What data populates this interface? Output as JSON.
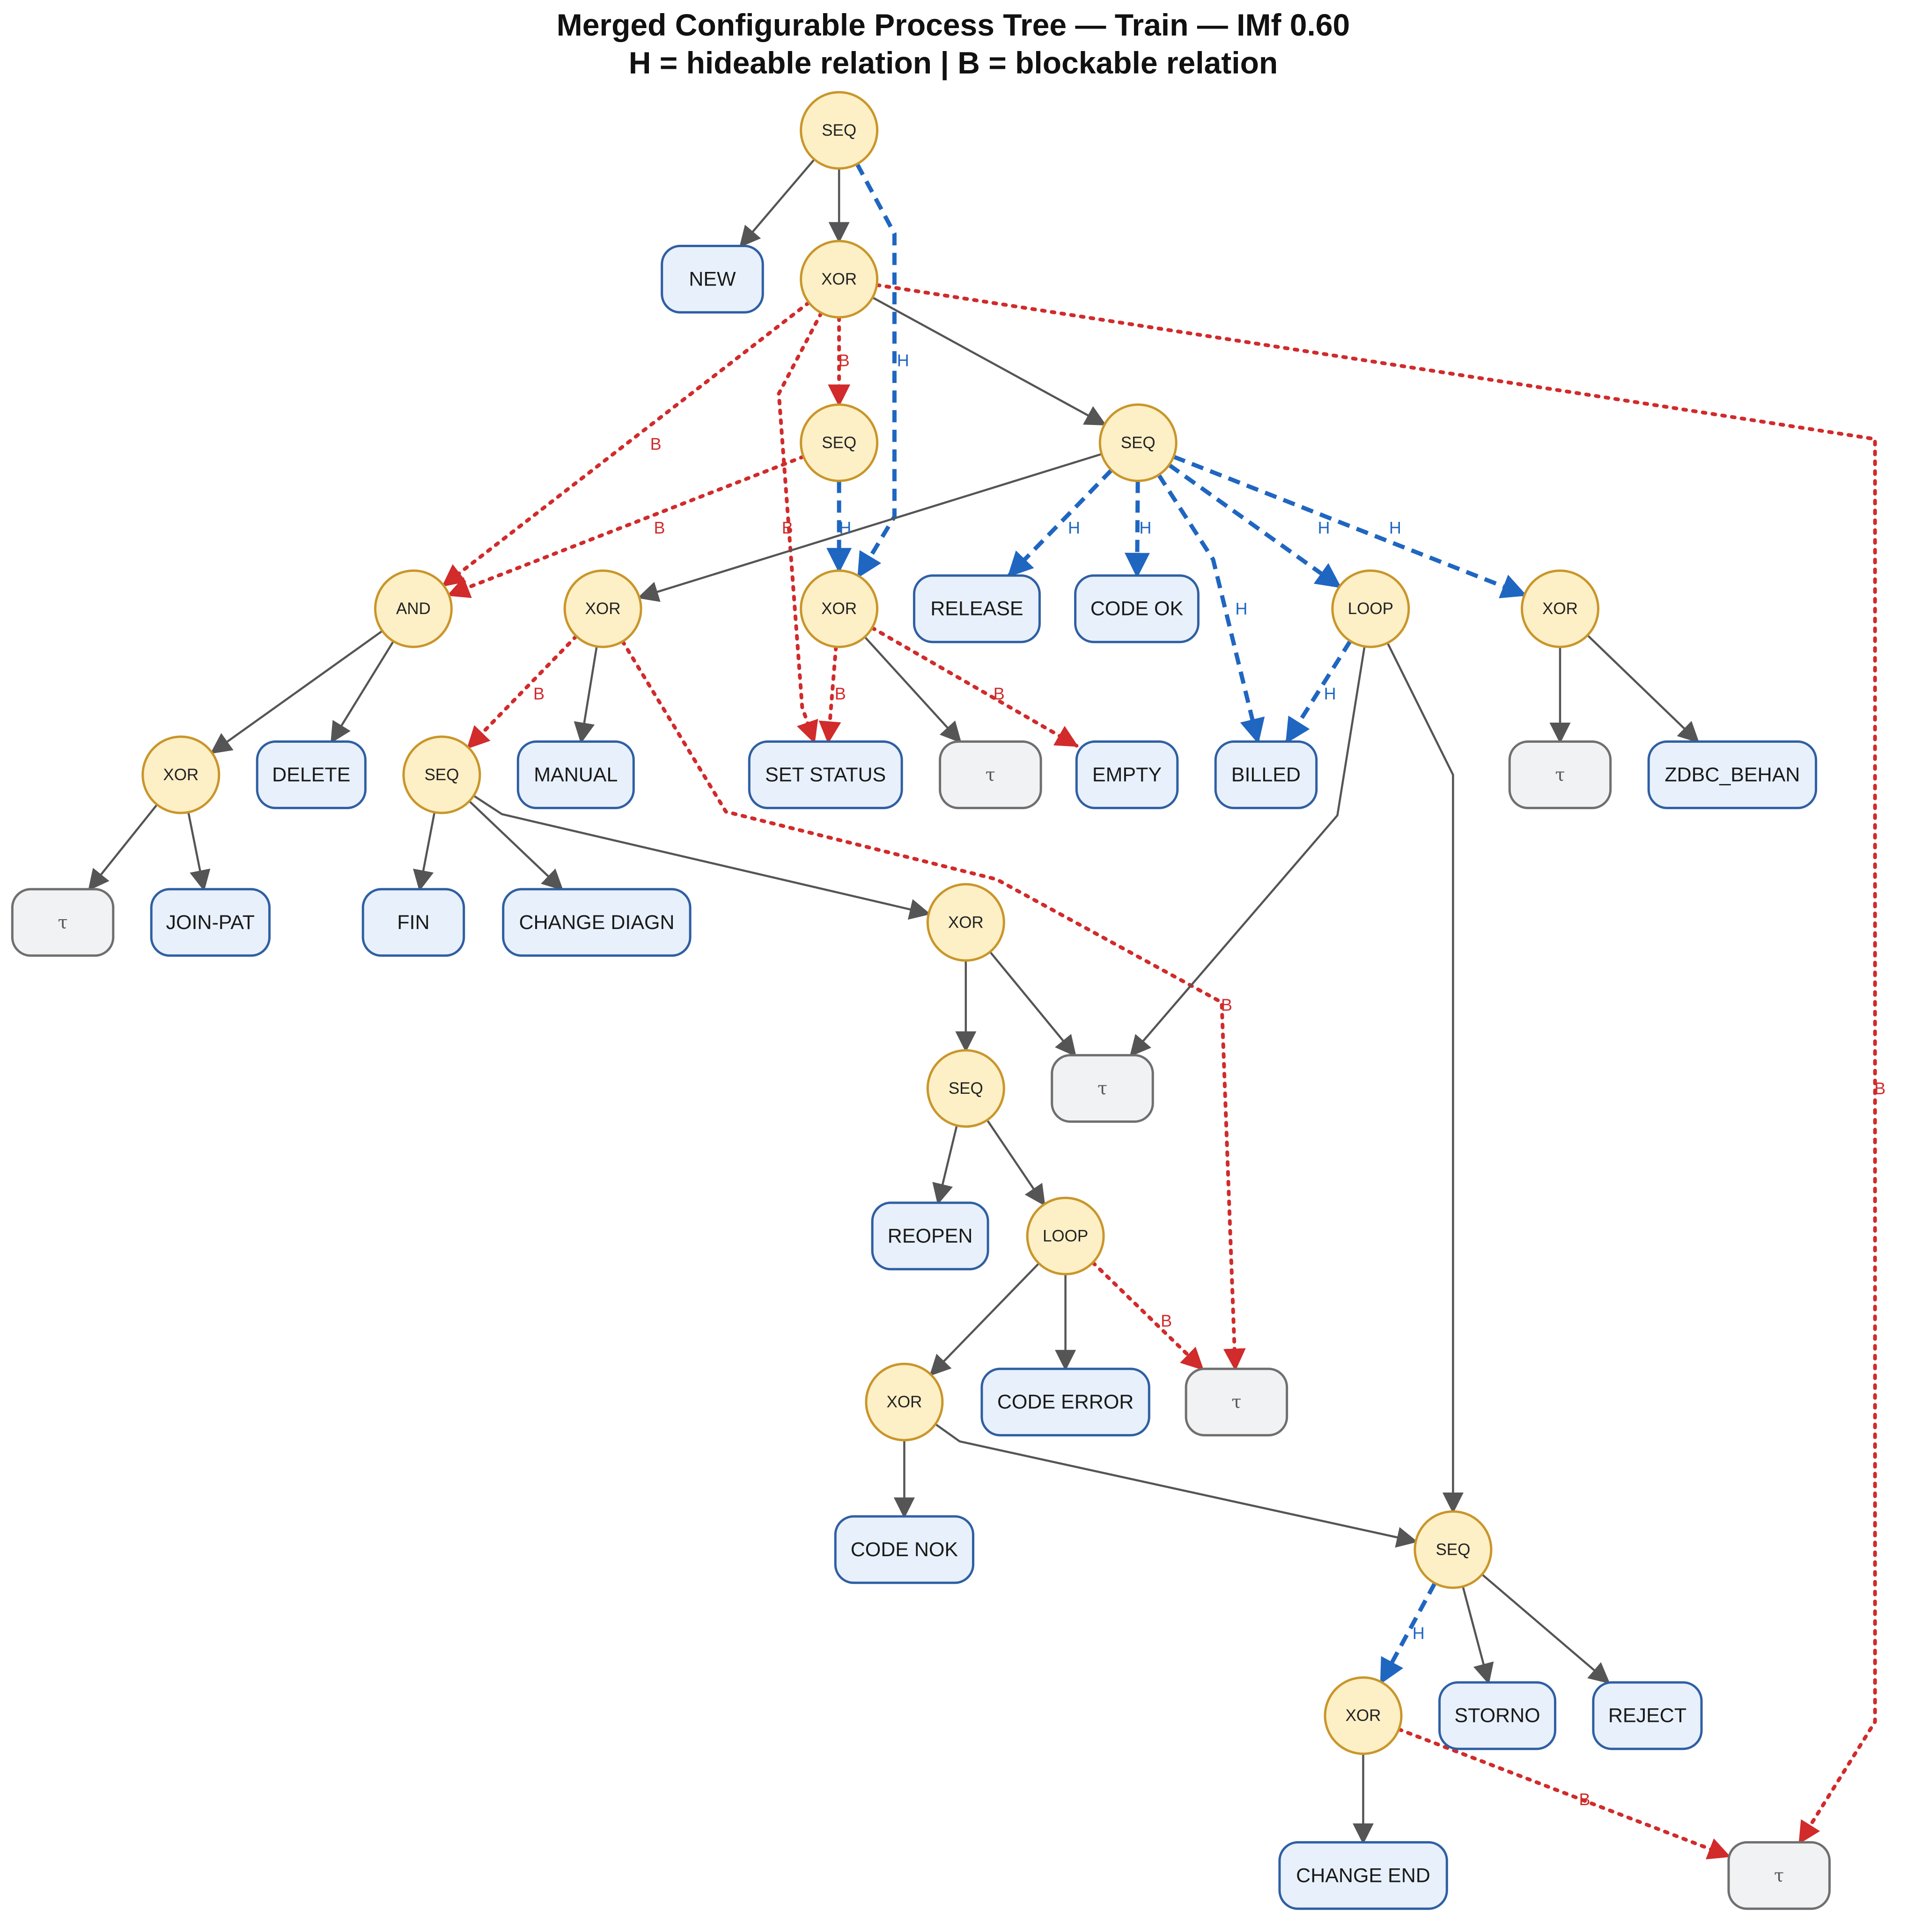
{
  "title": {
    "line1": "Merged Configurable Process Tree — Train — IMf 0.60",
    "line2": "H = hideable relation | B = blockable relation"
  },
  "colors": {
    "operator_fill": "#fdefc6",
    "operator_stroke": "#c9962a",
    "activity_fill": "#e8f0fb",
    "activity_stroke": "#2f5fa3",
    "tau_fill": "#f1f2f4",
    "tau_stroke": "#6f6f6f",
    "edge_normal": "#555555",
    "edge_hideable": "#1f66c1",
    "edge_blockable": "#d12b2b"
  },
  "nodes": [
    {
      "id": "n1",
      "kind": "operator",
      "label": "SEQ"
    },
    {
      "id": "n2",
      "kind": "activity",
      "label": "NEW"
    },
    {
      "id": "n3",
      "kind": "operator",
      "label": "XOR"
    },
    {
      "id": "n4",
      "kind": "operator",
      "label": "SEQ"
    },
    {
      "id": "n5",
      "kind": "operator",
      "label": "SEQ"
    },
    {
      "id": "n6",
      "kind": "operator",
      "label": "AND"
    },
    {
      "id": "n7",
      "kind": "operator",
      "label": "XOR"
    },
    {
      "id": "n8",
      "kind": "operator",
      "label": "XOR"
    },
    {
      "id": "n9",
      "kind": "activity",
      "label": "RELEASE"
    },
    {
      "id": "n10",
      "kind": "activity",
      "label": "CODE OK"
    },
    {
      "id": "n11",
      "kind": "operator",
      "label": "LOOP"
    },
    {
      "id": "n12",
      "kind": "operator",
      "label": "XOR"
    },
    {
      "id": "n13",
      "kind": "operator",
      "label": "XOR"
    },
    {
      "id": "n14",
      "kind": "activity",
      "label": "DELETE"
    },
    {
      "id": "n15",
      "kind": "operator",
      "label": "SEQ"
    },
    {
      "id": "n16",
      "kind": "activity",
      "label": "MANUAL"
    },
    {
      "id": "n17",
      "kind": "activity",
      "label": "SET STATUS"
    },
    {
      "id": "n18",
      "kind": "tau",
      "label": "τ"
    },
    {
      "id": "n19",
      "kind": "activity",
      "label": "EMPTY"
    },
    {
      "id": "n20",
      "kind": "activity",
      "label": "BILLED"
    },
    {
      "id": "n21",
      "kind": "tau",
      "label": "τ"
    },
    {
      "id": "n22",
      "kind": "activity",
      "label": "ZDBC_BEHAN"
    },
    {
      "id": "n23",
      "kind": "tau",
      "label": "τ"
    },
    {
      "id": "n24",
      "kind": "activity",
      "label": "JOIN-PAT"
    },
    {
      "id": "n25",
      "kind": "activity",
      "label": "FIN"
    },
    {
      "id": "n26",
      "kind": "activity",
      "label": "CHANGE DIAGN"
    },
    {
      "id": "n27",
      "kind": "operator",
      "label": "XOR"
    },
    {
      "id": "n28",
      "kind": "operator",
      "label": "SEQ"
    },
    {
      "id": "n29",
      "kind": "tau",
      "label": "τ"
    },
    {
      "id": "n30",
      "kind": "activity",
      "label": "REOPEN"
    },
    {
      "id": "n31",
      "kind": "operator",
      "label": "LOOP"
    },
    {
      "id": "n32",
      "kind": "operator",
      "label": "XOR"
    },
    {
      "id": "n33",
      "kind": "activity",
      "label": "CODE ERROR"
    },
    {
      "id": "n34",
      "kind": "tau",
      "label": "τ"
    },
    {
      "id": "n35",
      "kind": "activity",
      "label": "CODE NOK"
    },
    {
      "id": "n36",
      "kind": "operator",
      "label": "SEQ"
    },
    {
      "id": "n37",
      "kind": "operator",
      "label": "XOR"
    },
    {
      "id": "n38",
      "kind": "activity",
      "label": "STORNO"
    },
    {
      "id": "n39",
      "kind": "activity",
      "label": "REJECT"
    },
    {
      "id": "n40",
      "kind": "activity",
      "label": "CHANGE END"
    },
    {
      "id": "n41",
      "kind": "tau",
      "label": "τ"
    }
  ],
  "edges": [
    {
      "from": "n1",
      "to": "n2",
      "type": "normal"
    },
    {
      "from": "n1",
      "to": "n3",
      "type": "normal"
    },
    {
      "from": "n1",
      "to": "n8",
      "type": "hideable",
      "label": "H"
    },
    {
      "from": "n3",
      "to": "n4",
      "type": "blockable",
      "label": "B"
    },
    {
      "from": "n3",
      "to": "n5",
      "type": "normal"
    },
    {
      "from": "n3",
      "to": "n6",
      "type": "blockable",
      "label": "B"
    },
    {
      "from": "n3",
      "to": "n17",
      "type": "blockable",
      "label": "B"
    },
    {
      "from": "n3",
      "to": "n41",
      "type": "blockable",
      "label": "B"
    },
    {
      "from": "n4",
      "to": "n6",
      "type": "blockable",
      "label": "B"
    },
    {
      "from": "n4",
      "to": "n8",
      "type": "hideable",
      "label": "H"
    },
    {
      "from": "n5",
      "to": "n7",
      "type": "normal"
    },
    {
      "from": "n5",
      "to": "n9",
      "type": "hideable",
      "label": "H"
    },
    {
      "from": "n5",
      "to": "n10",
      "type": "hideable",
      "label": "H"
    },
    {
      "from": "n5",
      "to": "n20",
      "type": "hideable",
      "label": "H"
    },
    {
      "from": "n5",
      "to": "n11",
      "type": "hideable",
      "label": "H"
    },
    {
      "from": "n5",
      "to": "n12",
      "type": "hideable",
      "label": "H"
    },
    {
      "from": "n6",
      "to": "n13",
      "type": "normal"
    },
    {
      "from": "n6",
      "to": "n14",
      "type": "normal"
    },
    {
      "from": "n7",
      "to": "n15",
      "type": "blockable",
      "label": "B"
    },
    {
      "from": "n7",
      "to": "n16",
      "type": "normal"
    },
    {
      "from": "n7",
      "to": "n34",
      "type": "blockable",
      "label": "B"
    },
    {
      "from": "n8",
      "to": "n17",
      "type": "blockable",
      "label": "B"
    },
    {
      "from": "n8",
      "to": "n18",
      "type": "normal"
    },
    {
      "from": "n8",
      "to": "n19",
      "type": "blockable",
      "label": "B"
    },
    {
      "from": "n11",
      "to": "n20",
      "type": "hideable",
      "label": "H"
    },
    {
      "from": "n11",
      "to": "n29",
      "type": "normal"
    },
    {
      "from": "n11",
      "to": "n36",
      "type": "normal"
    },
    {
      "from": "n12",
      "to": "n21",
      "type": "normal"
    },
    {
      "from": "n12",
      "to": "n22",
      "type": "normal"
    },
    {
      "from": "n13",
      "to": "n23",
      "type": "normal"
    },
    {
      "from": "n13",
      "to": "n24",
      "type": "normal"
    },
    {
      "from": "n15",
      "to": "n25",
      "type": "normal"
    },
    {
      "from": "n15",
      "to": "n26",
      "type": "normal"
    },
    {
      "from": "n15",
      "to": "n27",
      "type": "normal"
    },
    {
      "from": "n27",
      "to": "n28",
      "type": "normal"
    },
    {
      "from": "n27",
      "to": "n29",
      "type": "normal"
    },
    {
      "from": "n28",
      "to": "n30",
      "type": "normal"
    },
    {
      "from": "n28",
      "to": "n31",
      "type": "normal"
    },
    {
      "from": "n31",
      "to": "n32",
      "type": "normal"
    },
    {
      "from": "n31",
      "to": "n33",
      "type": "normal"
    },
    {
      "from": "n31",
      "to": "n34",
      "type": "blockable",
      "label": "B"
    },
    {
      "from": "n32",
      "to": "n35",
      "type": "normal"
    },
    {
      "from": "n32",
      "to": "n36",
      "type": "normal"
    },
    {
      "from": "n36",
      "to": "n37",
      "type": "hideable",
      "label": "H"
    },
    {
      "from": "n36",
      "to": "n38",
      "type": "normal"
    },
    {
      "from": "n36",
      "to": "n39",
      "type": "normal"
    },
    {
      "from": "n37",
      "to": "n40",
      "type": "normal"
    },
    {
      "from": "n37",
      "to": "n41",
      "type": "blockable",
      "label": "B"
    }
  ]
}
